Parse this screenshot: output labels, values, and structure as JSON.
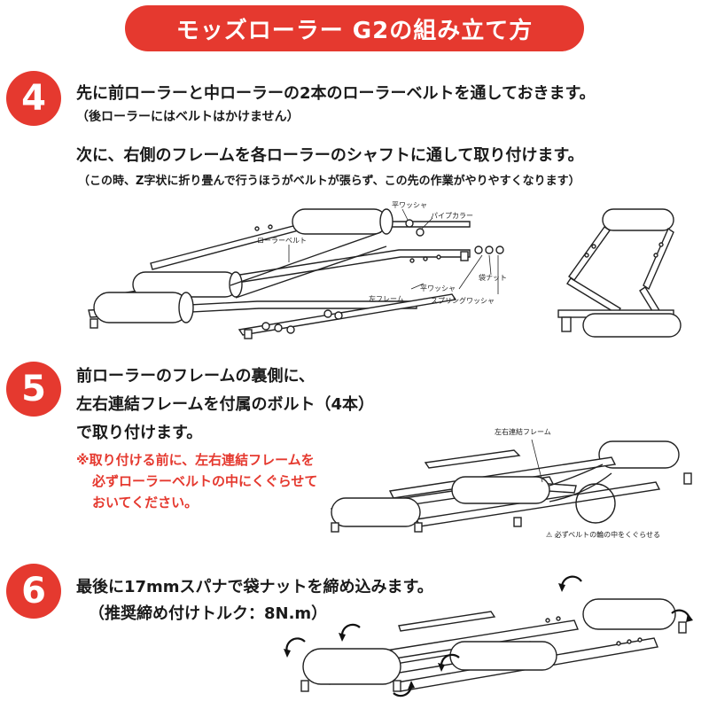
{
  "title": "モッズローラー G2の組み立て方",
  "step4": {
    "number": "4",
    "line1": "先に前ローラーと中ローラーの2本のローラーベルトを通しておきます。",
    "note1": "（後ローラーにはベルトはかけません）",
    "line2": "次に、右側のフレームを各ローラーのシャフトに通して取り付けます。",
    "note2": "（この時、Z字状に折り畳んで行うほうがベルトが張らず、この先の作業がやりやすくなります）",
    "labels": {
      "washer_flat_top": "平ワッシャ",
      "pipe_collar": "パイプカラー",
      "roller_belt": "ローラーベルト",
      "washer_flat": "平ワッシャ",
      "cap_nut": "袋ナット",
      "left_frame": "左フレーム",
      "spring_washer": "スプリングワッシャ"
    }
  },
  "step5": {
    "number": "5",
    "line1": "前ローラーのフレームの裏側に、",
    "line2": "左右連結フレームを付属のボルト（4本）",
    "line3": "で取り付けます。",
    "warn1": "※取り付ける前に、左右連結フレームを",
    "warn2": "必ずローラーベルトの中にくぐらせて",
    "warn3": "おいてください。",
    "labels": {
      "connect_frame": "左右連結フレーム",
      "caution": "⚠ 必ずベルトの輪の中をくぐらせる"
    }
  },
  "step6": {
    "number": "6",
    "line1": "最後に17mmスパナで袋ナットを締め込みます。",
    "line2": "（推奨締め付けトルク：8N.m）"
  },
  "colors": {
    "accent": "#e5392f",
    "text": "#1a1a1a"
  }
}
